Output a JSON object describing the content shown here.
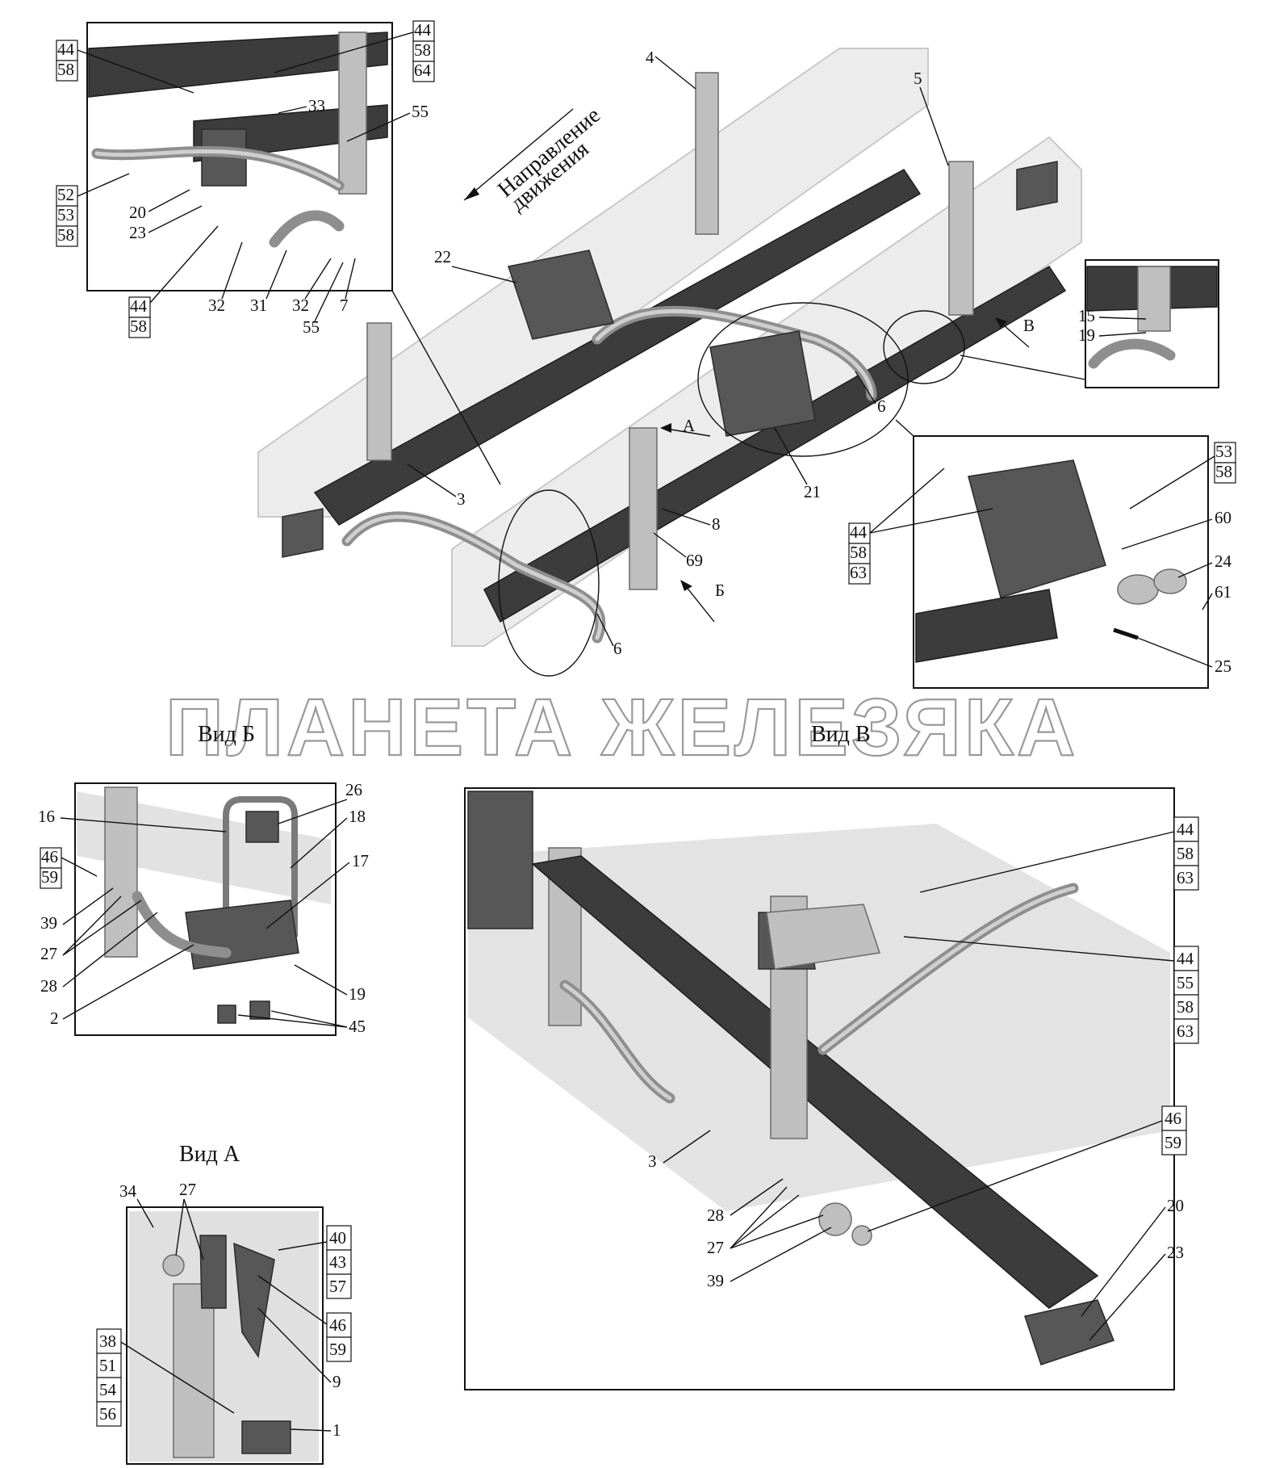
{
  "watermark": "ПЛАНЕТА ЖЕЛЕЗЯКА",
  "direction_text": [
    "Направление",
    "движения"
  ],
  "views": {
    "b_title": "Вид Б",
    "v_title": "Вид В",
    "a_title": "Вид А"
  },
  "view_markers": {
    "a": "А",
    "b": "Б",
    "v": "В"
  },
  "callouts_main": [
    "4",
    "5",
    "22",
    "6",
    "6",
    "21",
    "3",
    "8",
    "69"
  ],
  "callouts_top_inset": {
    "left_stack": [
      "44",
      "58"
    ],
    "right_stack": [
      "44",
      "58",
      "64"
    ],
    "bottom_left_stack": [
      "52",
      "53",
      "58"
    ],
    "bottom_stack": [
      "44",
      "58"
    ],
    "singles": [
      "33",
      "55",
      "20",
      "23",
      "32",
      "31",
      "32",
      "55",
      "7"
    ]
  },
  "callouts_right_small": [
    "15",
    "19"
  ],
  "callouts_mid_right": {
    "left_stack": [
      "44",
      "58",
      "63"
    ],
    "right_stack": [
      "53",
      "58"
    ],
    "singles": [
      "60",
      "24",
      "61",
      "25"
    ]
  },
  "callouts_view_b": {
    "stack": [
      "46",
      "59"
    ],
    "singles": [
      "26",
      "16",
      "18",
      "17",
      "39",
      "27",
      "28",
      "2",
      "19",
      "45"
    ]
  },
  "callouts_view_v": {
    "stack1": [
      "44",
      "58",
      "63"
    ],
    "stack2": [
      "44",
      "55",
      "58",
      "63"
    ],
    "stack3": [
      "46",
      "59"
    ],
    "singles": [
      "20",
      "23",
      "3",
      "28",
      "27",
      "39"
    ]
  },
  "callouts_view_a": {
    "stack1": [
      "40",
      "43",
      "57"
    ],
    "stack2": [
      "46",
      "59"
    ],
    "stack3": [
      "38",
      "51",
      "54",
      "56"
    ],
    "singles": [
      "34",
      "27",
      "9",
      "1"
    ]
  }
}
